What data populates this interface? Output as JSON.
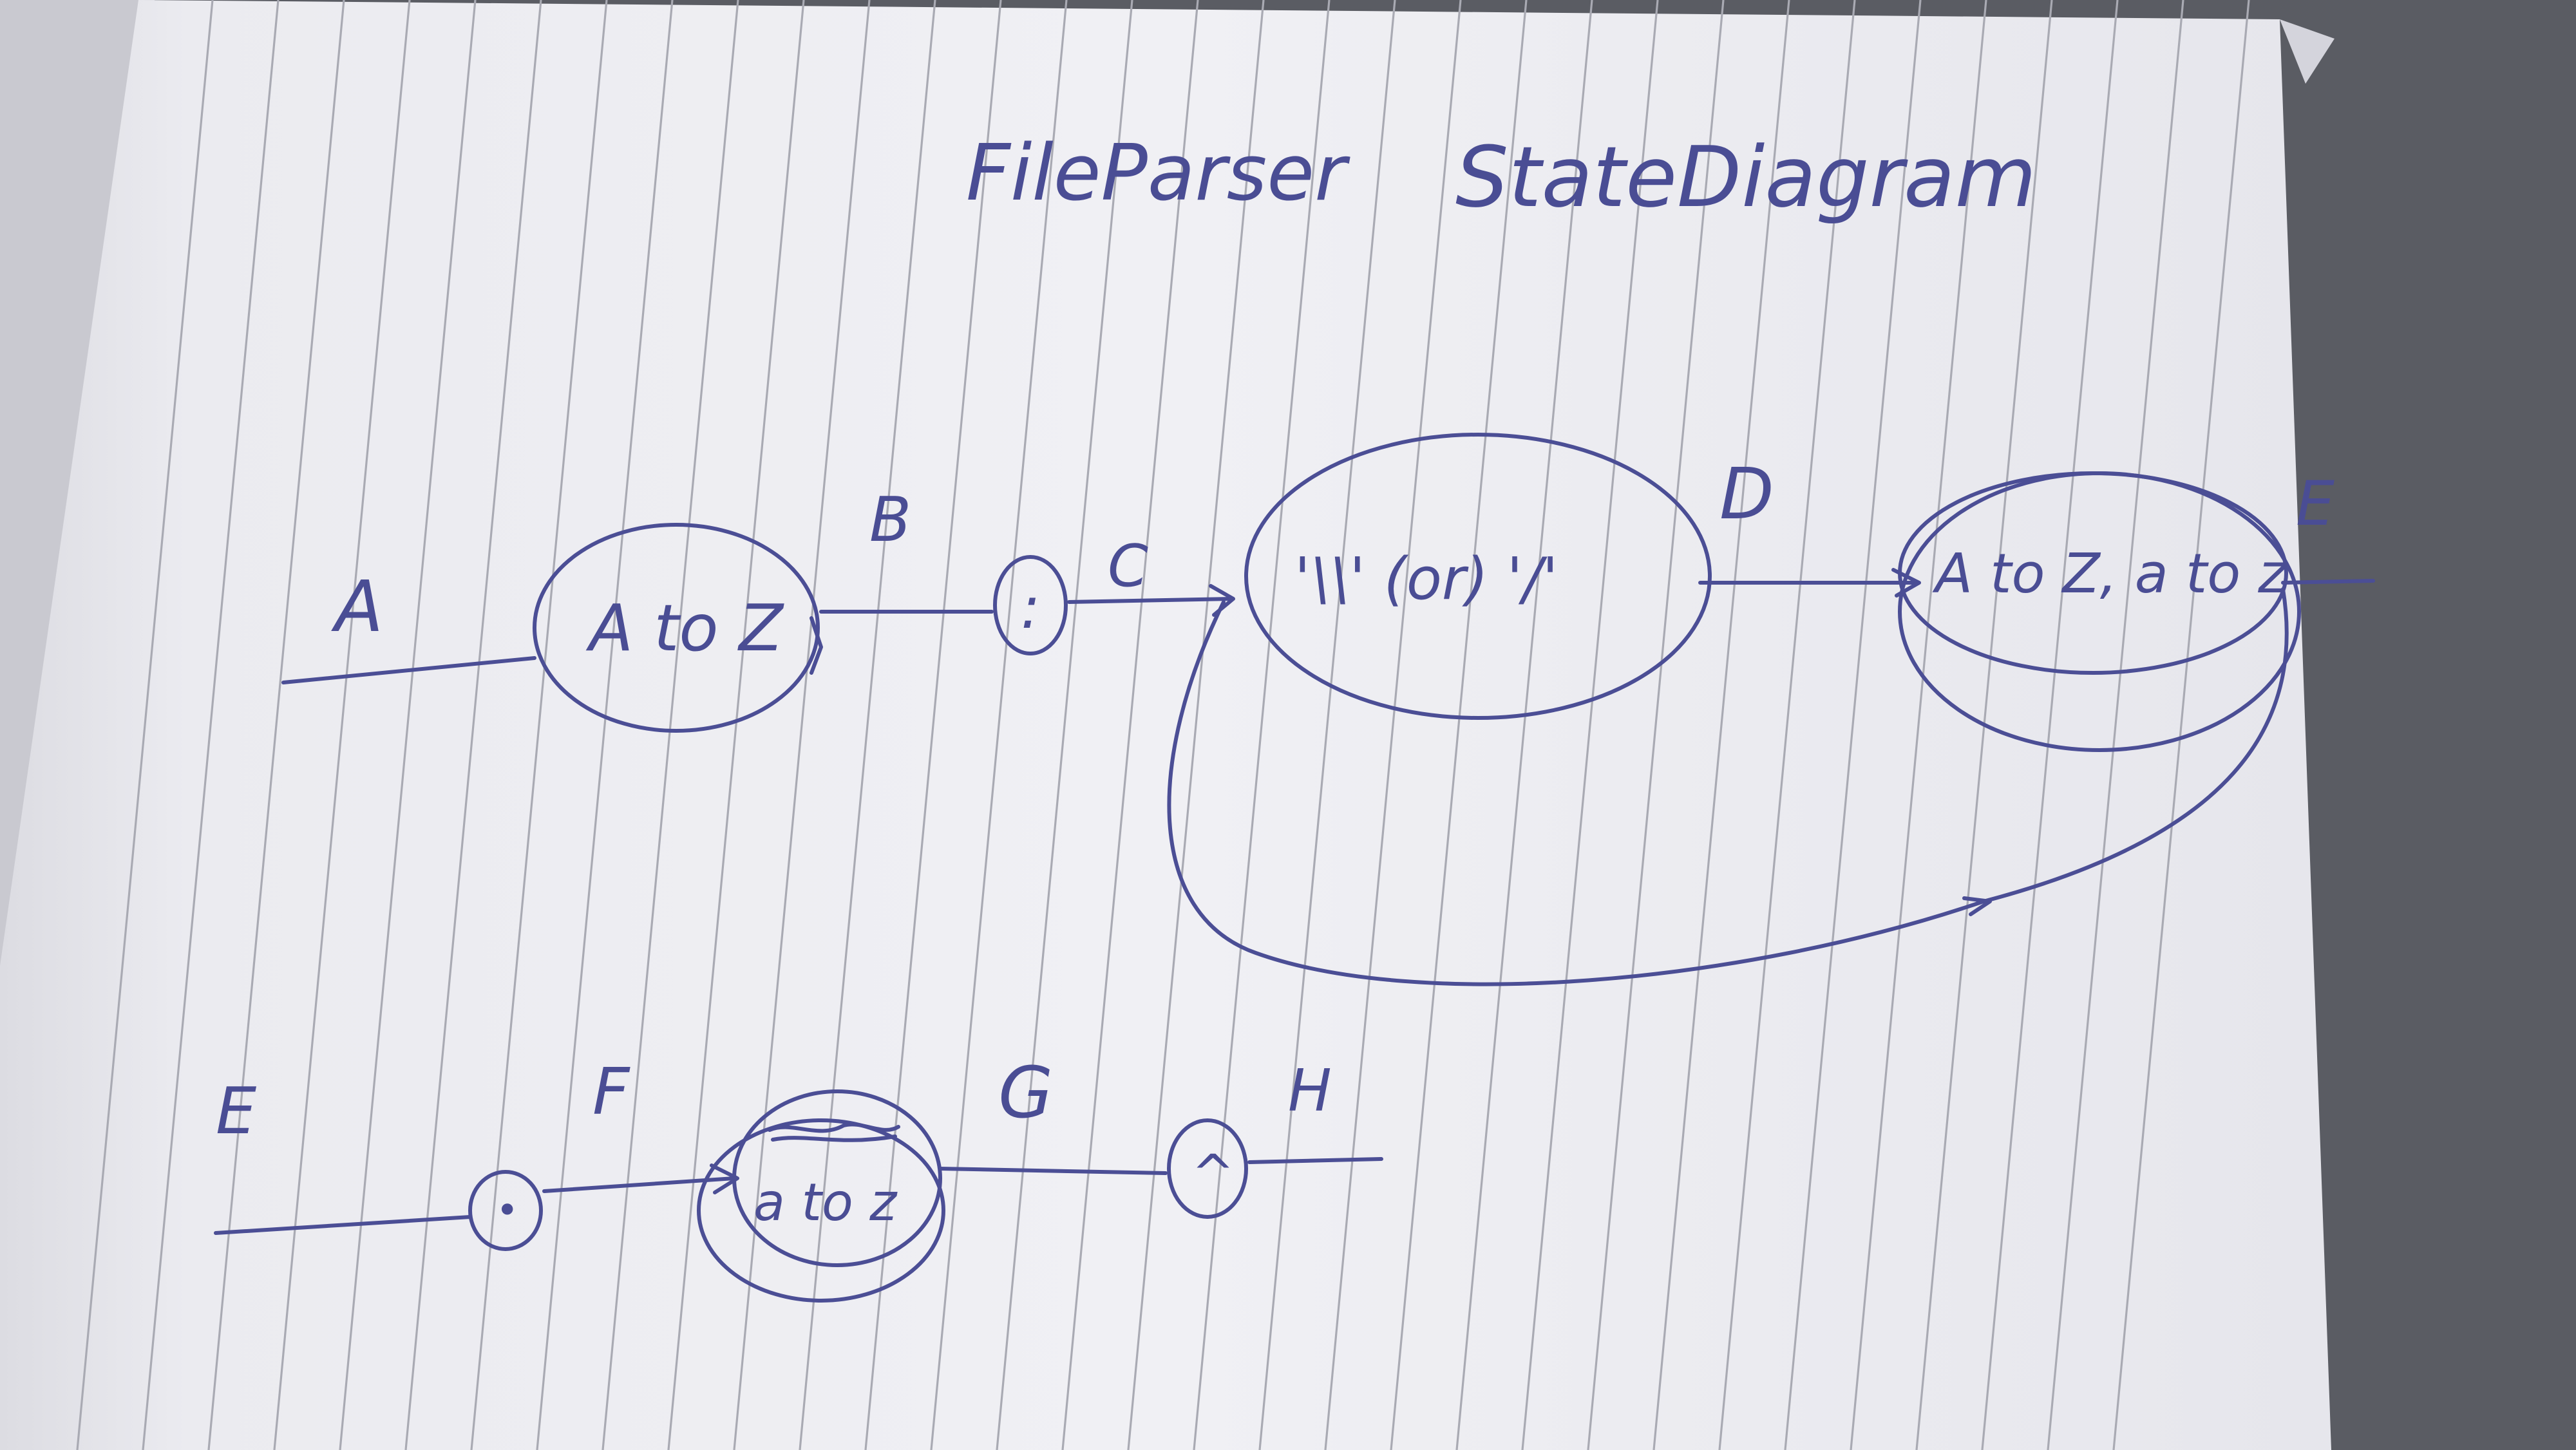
{
  "title": {
    "part1": "FileParser",
    "part2": "StateDiagram"
  },
  "row1": {
    "label_a": "A",
    "label_b": "B",
    "label_c": "C",
    "label_d": "D",
    "label_e": "E",
    "state_1": "A to Z",
    "state_2_colon": ":",
    "state_3": "'\\\\' (or) '/'",
    "state_4": "A to Z, a to z"
  },
  "row2": {
    "label_e": "E",
    "label_f": "F",
    "label_g": "G",
    "label_h": "H",
    "state_dot": "•",
    "state_az": "a to z",
    "state_final": "^"
  },
  "colors": {
    "ink": "#4b4e95",
    "paper": "#eeeef2",
    "rule": "#a9aab3",
    "background": "#5a5c63"
  }
}
